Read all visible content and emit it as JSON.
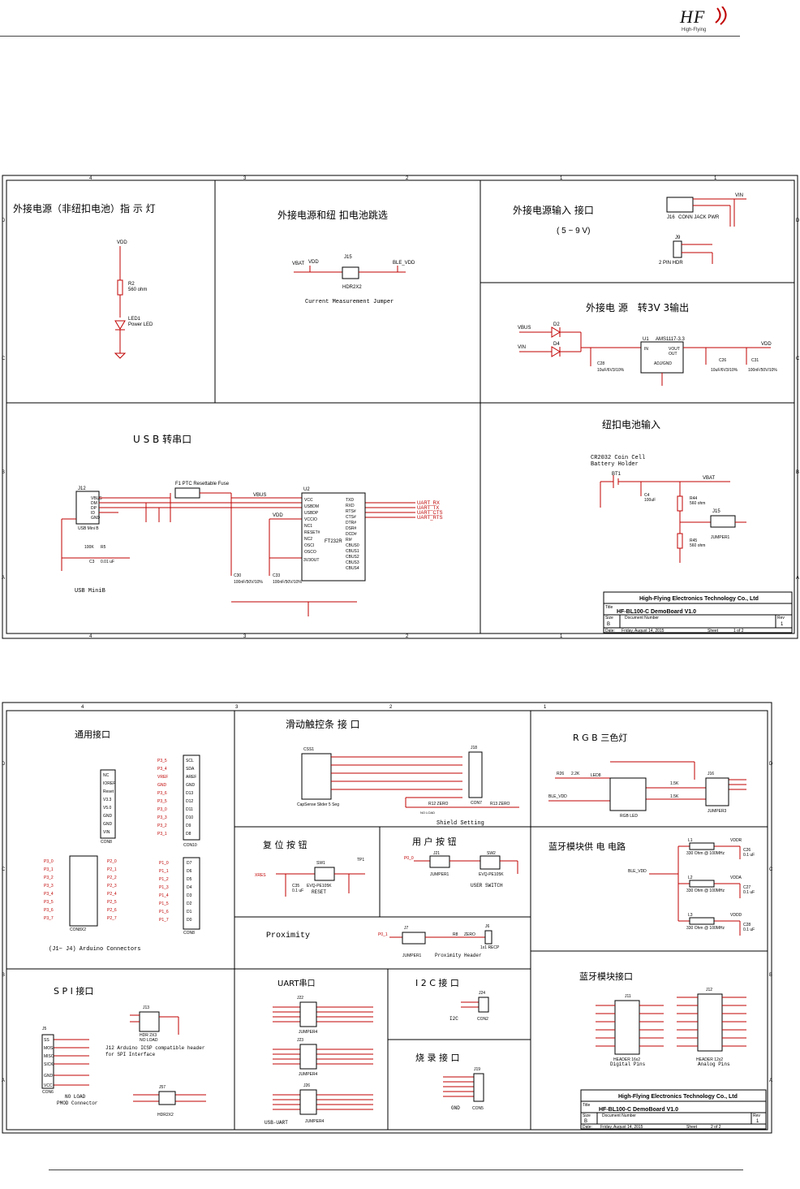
{
  "header": {
    "logo": "HF",
    "logo_sub": "High-Flying"
  },
  "colors": {
    "wire": "#c00000",
    "frame": "#000000",
    "body": "#000000"
  },
  "sheet1": {
    "sections": {
      "power_led": "外接电源（非纽扣电池）指 示 灯",
      "jumper": "外接电源和纽 扣电池跳选",
      "ext_input": "外接电源输入 接口",
      "ext_input_range": "( 5 ~ 9 V)",
      "reg": "外接电 源　转3V 3输出",
      "usb": "U S B 转串口",
      "coin": "纽扣电池输入"
    },
    "labels": {
      "vdd": "VDD",
      "r2": "R2",
      "r2v": "560 ohm",
      "led1": "LED1",
      "led1v": "Power LED",
      "vbat": "VBAT",
      "j15": "J15",
      "hdr2x2": "HDR2X2",
      "ble_vdd": "BLE_VDD",
      "cmj": "Current  Measurement  Jumper",
      "vin": "VIN",
      "j16": "J16",
      "conn_jack": "CONN JACK PWR",
      "j9": "J9",
      "pin_hdr": "2 PIN HDR",
      "vbus": "VBUS",
      "d2": "D2",
      "d4": "D4",
      "u1": "U1",
      "ams": "AMS1117-3.3",
      "in": "IN",
      "vout": "VOUT",
      "out": "OUT",
      "adj": "ADJ/GND",
      "c28": "C28",
      "c28v": "10uF/6V3/10%",
      "c26": "C26",
      "c26v": "10uF/6V3/10%",
      "c31": "C31",
      "c31v": "100nF/50V/10%",
      "j12": "J12",
      "usb_minib": "USB Mini B",
      "usb_minib2": "USB  MiniB",
      "f1": "F1  PTC Resettable Fuse",
      "u2": "U2",
      "ft232": "FT232R",
      "r5": "R5",
      "r5v": "100K",
      "c3": "C3",
      "c3v": "0.01 uF",
      "c30": "C30",
      "c30v": "100nF/50V/10%",
      "c33": "C33",
      "c33v": "100nF/50V/10%",
      "v3out": "3V3OUT",
      "uart_rx": "UART_RX",
      "uart_tx": "UART_TX",
      "uart_cts": "UART_CTS",
      "uart_rts": "UART_RTS",
      "cr2032": "CR2032  Coin  Cell",
      "bholder": "Battery  Holder",
      "bt1": "BT1",
      "c4": "C4",
      "c4v": "100uF",
      "r44": "R44",
      "r44v": "560 ohm",
      "r45": "R45",
      "r45v": "560 ohm",
      "j15b": "J15",
      "jumper1": "JUMPER1"
    },
    "ft232_left": [
      "VCC",
      "USBDM",
      "USBDP",
      "VCCIO",
      "NC1",
      "RESET#",
      "NC2",
      "OSCI",
      "OSCO"
    ],
    "ft232_right": [
      "TXD",
      "RXD",
      "RTS#",
      "CTS#",
      "DTR#",
      "DSR#",
      "DCD#",
      "RI#",
      "CBUS0",
      "CBUS1",
      "CBUS2",
      "CBUS3",
      "CBUS4"
    ],
    "usb_pins": [
      "VBUS",
      "DM",
      "DP",
      "ID",
      "GND"
    ],
    "title_block": {
      "company": "High-Flying Electronics Technology Co., Ltd",
      "title_lbl": "Title",
      "title": "HF-BL100-C DemoBoard V1.0",
      "size_lbl": "Size",
      "size": "B",
      "docnum_lbl": "Document Number",
      "rev_lbl": "Rev",
      "rev": "1",
      "date_lbl": "Date:",
      "date": "Friday, August 14, 2015",
      "sheet_lbl": "Sheet",
      "sheet": "1  of  2"
    }
  },
  "sheet2": {
    "sections": {
      "general": "通用接口",
      "slider": "滑动触控条 接 口",
      "rgb": "R G B 三色灯",
      "reset": "复 位 按 钮",
      "user_btn": "用 户 按 钮",
      "ble_power": "蓝牙模块供 电 电路",
      "proximity": "Proximity",
      "spi": "S P I 接口",
      "uart": "UART串口",
      "i2c": "I 2 C 接 口",
      "burn": "烧 录 接 口",
      "ble_if": "蓝牙模块接口"
    },
    "labels": {
      "arduino": "(J1~ J4)  Arduino  Connectors",
      "con8": "CON8",
      "con10": "CON10",
      "con8b": "CON8",
      "con8x2": "CON8X2",
      "cs1": "CSS1",
      "slider_pn": "CapSense Slider 5 Seg",
      "j18": "J18",
      "con7": "CON7",
      "r12": "R12  ZERO",
      "r13": "R13  ZERO",
      "no_load": "NO  LOAD",
      "shield": "Shield  Setting",
      "rgb_led": "RGB LED",
      "led8": "LED8",
      "jumper3": "JUMPER3",
      "j16": "J16",
      "r26": "R26",
      "r26v": "2.2K",
      "r28v": "1.5K",
      "r30v": "1.5K",
      "ble_vdd": "BLE_VDD",
      "sw1": "SW1",
      "evq": "EVQ-PE105K",
      "reset_t": "RESET",
      "xres": "XRES",
      "c35": "C35",
      "c35v": "0.1 uF",
      "tp1": "TP1",
      "j21": "J21",
      "jumper1": "JUMPER1",
      "sw2": "SW2",
      "user_sw": "USER  SWITCH",
      "p0_0": "P0_0",
      "l1": "L1",
      "l2": "L2",
      "l3": "L3",
      "ferrite": "330 Ohm @ 100MHz",
      "vddr": "VDDR",
      "vdda": "VDDA",
      "vddd": "VDDD",
      "c26": "C26",
      "c27": "C27",
      "c28": "C28",
      "c01": "0.1 uF",
      "j7": "J7",
      "p0_1": "P0_1",
      "r8": "R8",
      "r8v": "ZERO",
      "prox_hdr": "Proximity  Header",
      "hdr1x1": "1x1 RECP",
      "j6": "J6",
      "j13": "J13",
      "hdr2x3": "HDR 2X3",
      "arduino_icsp": "J12  Arduino  ICSP  compatible  header",
      "spi_if": "for  SPI  Interface",
      "no_load2": "NO  LOAD",
      "j5": "J5",
      "con6": "CON6",
      "pmod": "PMOD  Connector",
      "no_load3": "NO  LOAD",
      "j57": "J57",
      "hdr2x2": "HDR2X2",
      "j22": "J22",
      "j23": "J23",
      "j26": "J26",
      "jumper4": "JUMPER4",
      "usb_uart": "USB-UART",
      "i2c_t": "I2C",
      "j24": "J24",
      "con2": "CON2",
      "j19": "J19",
      "con5": "CON5",
      "gnd": "GND",
      "j11": "J11",
      "hdr16": "HEADER 16x2",
      "digital": "Digital  Pins",
      "j12": "J12",
      "hdr12": "HEADER 12x2",
      "analog": "Analog  Pins"
    },
    "general_pins": [
      "NC",
      "IOREF",
      "Reset",
      "V3.3",
      "V5.0",
      "GND",
      "GND",
      "VIN"
    ],
    "j3_pins": [
      "SCL",
      "SDA",
      "AREF",
      "GND",
      "D13",
      "D12",
      "D11",
      "D10",
      "D9",
      "D8"
    ],
    "j3_nets": [
      "P3_5",
      "P3_4",
      "VREF",
      "GND",
      "P3_6",
      "P3_5",
      "P3_0",
      "P3_3",
      "P3_2",
      "P3_1"
    ],
    "j2_left": [
      "P3_0",
      "P3_1",
      "P3_2",
      "P3_3",
      "P3_4",
      "P3_5",
      "P3_6",
      "P3_7"
    ],
    "j2_right": [
      "P2_0",
      "P2_1",
      "P2_2",
      "P2_3",
      "P2_4",
      "P2_5",
      "P2_6",
      "P2_7"
    ],
    "j4_pins": [
      "D7",
      "D6",
      "D5",
      "D4",
      "D3",
      "D2",
      "D1",
      "D0"
    ],
    "j4_nets": [
      "P1_0",
      "P1_1",
      "P1_2",
      "P1_3",
      "P1_4",
      "P1_5",
      "P1_6",
      "P1_7"
    ],
    "spi_pins": [
      "SS",
      "MOSI",
      "MISO",
      "SICK",
      "GND",
      "VCC"
    ],
    "title_block": {
      "company": "High-Flying Electronics Technology Co., Ltd",
      "title_lbl": "Title",
      "title": "HF-BL100-C DemoBoard V1.0",
      "size_lbl": "Size",
      "size": "B",
      "docnum_lbl": "Document Number",
      "rev_lbl": "Rev",
      "rev": "1",
      "date_lbl": "Date:",
      "date": "Friday, August 14, 2015",
      "sheet_lbl": "Sheet",
      "sheet": "2  of  2"
    }
  }
}
